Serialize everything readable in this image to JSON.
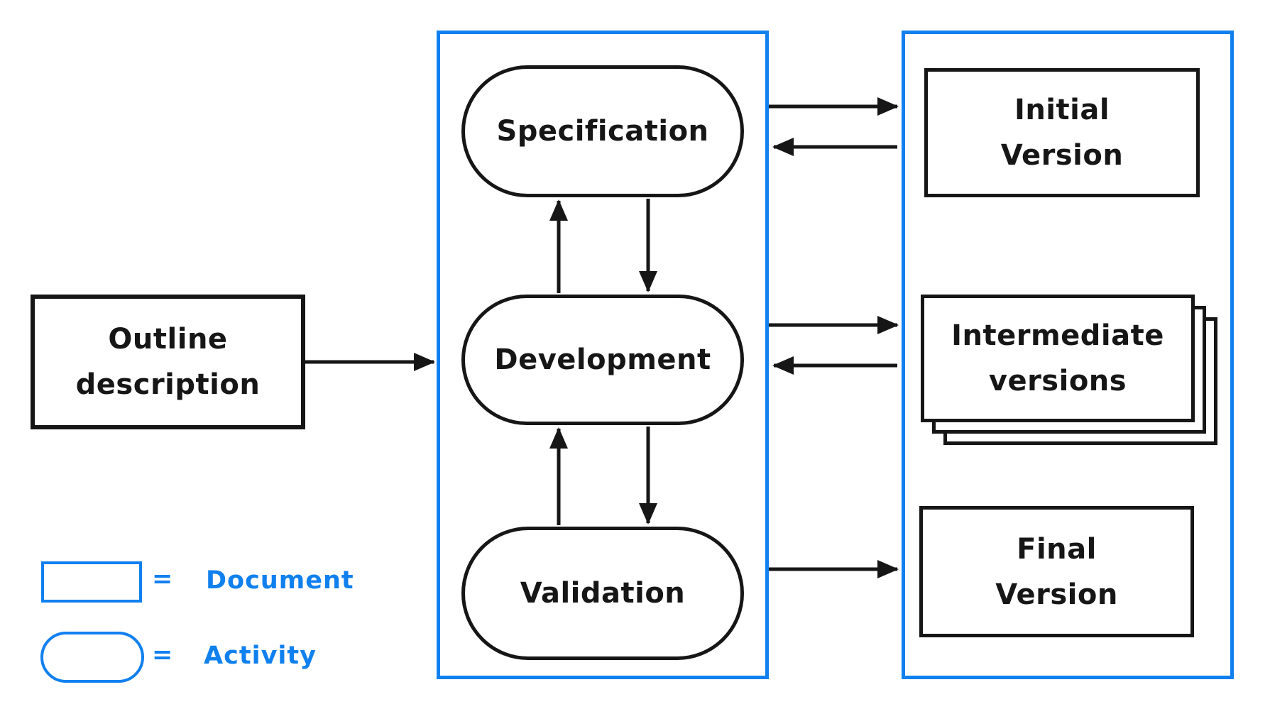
{
  "colors": {
    "container_blue": "#1180ef",
    "ink_black": "#161616"
  },
  "outline": {
    "label": "Outline\ndescription"
  },
  "activity_column": {
    "specification": "Specification",
    "development": "Development",
    "validation": "Validation"
  },
  "document_column": {
    "initial": "Initial\nVersion",
    "intermediate": "Intermediate\nversions",
    "final": "Final\nVersion"
  },
  "legend": {
    "equals": "=",
    "document": "Document",
    "activity": "Activity"
  }
}
